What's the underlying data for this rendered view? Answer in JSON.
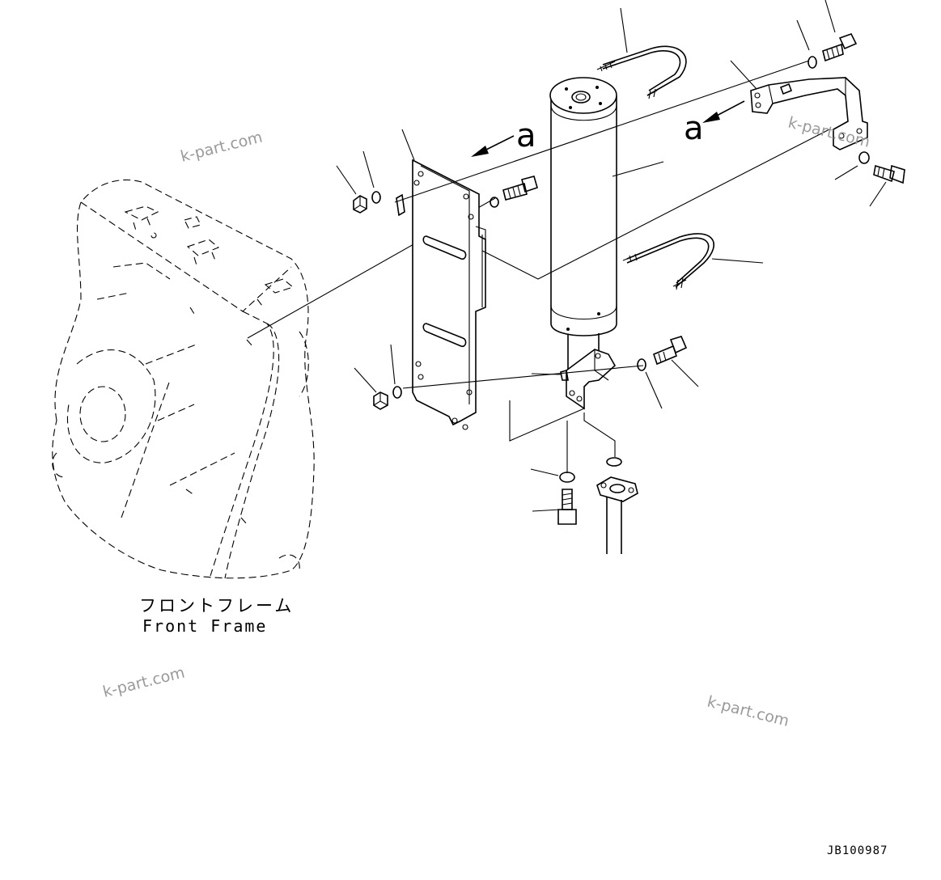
{
  "frame_caption": {
    "japanese": "フロントフレーム",
    "english": "Front Frame"
  },
  "view_markers": {
    "plate_arrow_letter": "a",
    "bracket_arrow_letter": "a"
  },
  "watermarks": [
    "k-part.com",
    "k-part.com",
    "k-part.com",
    "k-part.com"
  ],
  "drawing_number": "JB100987"
}
